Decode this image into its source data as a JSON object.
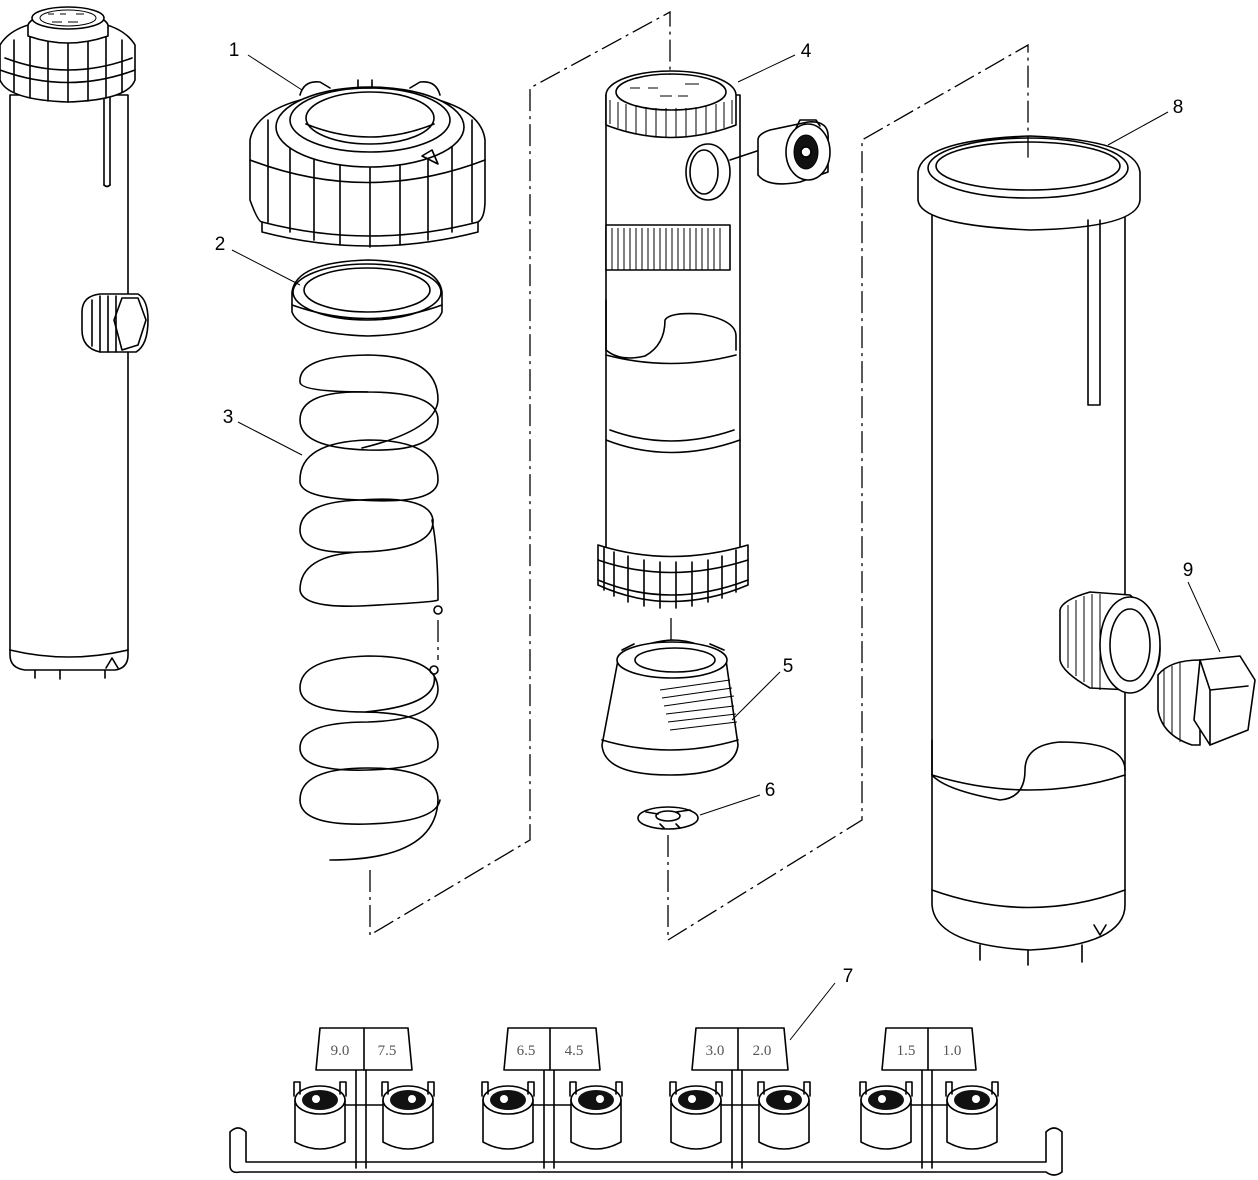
{
  "callouts": [
    {
      "id": "1",
      "label": "1"
    },
    {
      "id": "2",
      "label": "2"
    },
    {
      "id": "3",
      "label": "3"
    },
    {
      "id": "4",
      "label": "4"
    },
    {
      "id": "5",
      "label": "5"
    },
    {
      "id": "6",
      "label": "6"
    },
    {
      "id": "7",
      "label": "7"
    },
    {
      "id": "8",
      "label": "8"
    },
    {
      "id": "9",
      "label": "9"
    }
  ],
  "nozzle_tree": {
    "tabs": [
      {
        "left": "9.0",
        "right": "7.5"
      },
      {
        "left": "6.5",
        "right": "4.5"
      },
      {
        "left": "3.0",
        "right": "2.0"
      },
      {
        "left": "1.5",
        "right": "1.0"
      }
    ]
  }
}
